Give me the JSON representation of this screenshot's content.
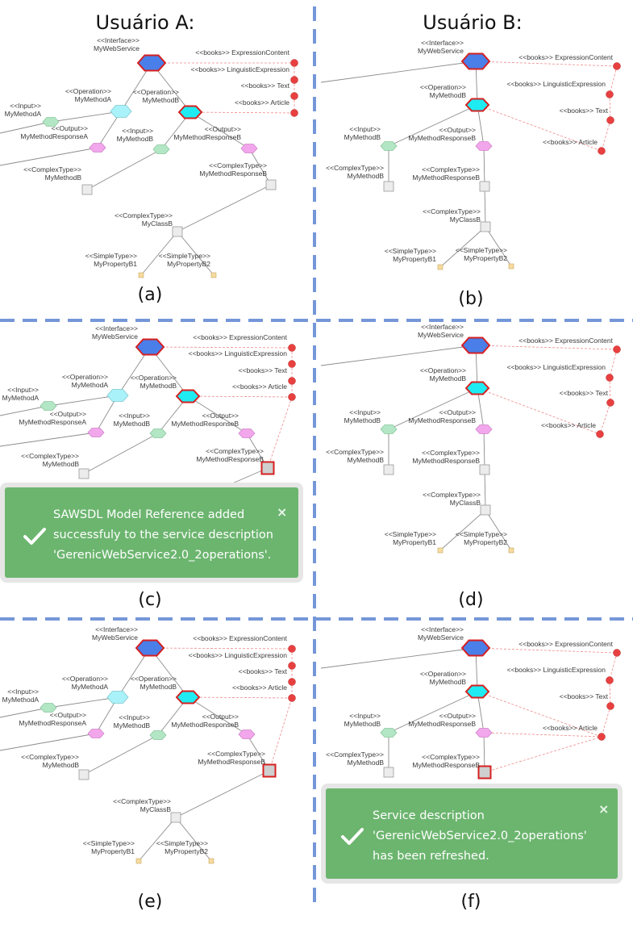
{
  "headers": {
    "user_a": "Usuário A:",
    "user_b": "Usuário B:"
  },
  "captions": [
    "(a)",
    "(b)",
    "(c)",
    "(d)",
    "(e)",
    "(f)"
  ],
  "labels": {
    "iface": [
      "<<Interface>>",
      "MyWebService"
    ],
    "opA": [
      "<<Operation>>",
      "MyMethodA"
    ],
    "opB": [
      "<<Operation>>",
      "MyMethodB"
    ],
    "inA": [
      "<<Input>>",
      "MyMethodA"
    ],
    "outA": [
      "<<Output>>",
      "MyMethodResponseA"
    ],
    "inB": [
      "<<Input>>",
      "MyMethodB"
    ],
    "outB": [
      "<<Output>>",
      "MyMethodResponseB"
    ],
    "ctB": [
      "<<ComplexType>>",
      "MyMethodB"
    ],
    "ctRB": [
      "<<ComplexType>>",
      "MyMethodResponseB"
    ],
    "ctClass": [
      "<<ComplexType>>",
      "MyClassB"
    ],
    "stB1": [
      "<<SimpleType>>",
      "MyPropertyB1"
    ],
    "stB2": [
      "<<SimpleType>>",
      "MyPropertyB2"
    ],
    "bkExpr": [
      "<<books>> ExpressionContent"
    ],
    "bkLing": [
      "<<books>> LinguisticExpression"
    ],
    "bkText": [
      "<<books>> Text"
    ],
    "bkArt": [
      "<<books>> Article"
    ]
  },
  "toasts": {
    "c": {
      "lines": [
        "SAWSDL Model Reference added",
        "successfuly to the service description",
        "'GerenicWebService2.0_2operations'."
      ],
      "close": "×"
    },
    "f": {
      "lines": [
        "Service description",
        "'GerenicWebService2.0_2operations'",
        "has been refreshed."
      ],
      "close": "×"
    }
  },
  "colors": {
    "interface": "#4a7ee8",
    "operation_a": "#aaf2fa",
    "operation_b": "#1eecf2",
    "input": "#b3e6c4",
    "output": "#f2a6ec",
    "highlight": "#d62020",
    "book": "#e84040",
    "divider": "#6b8ed6",
    "toast": "#6cb56f"
  }
}
